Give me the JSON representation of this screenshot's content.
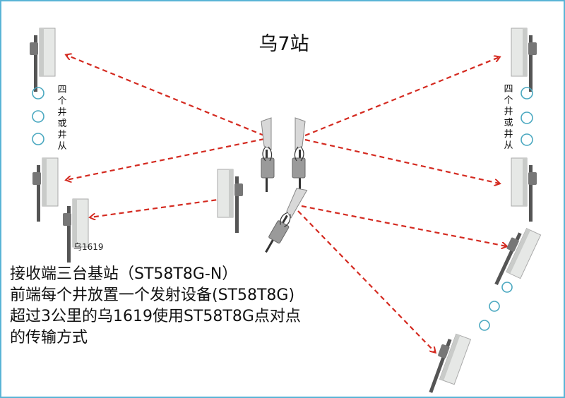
{
  "title": "乌7站",
  "left_label": "四个井或井从",
  "right_label": "四个井或井从",
  "station_label": "乌1619",
  "description": [
    "接收端三台基站（ST58T8G-N）",
    "前端每个井放置一个发射设备(ST58T8G)",
    "超过3公里的乌1619使用ST58T8G点对点",
    "的传输方式"
  ],
  "colors": {
    "link": "#d42a20",
    "well_circle": "#4aa8c0",
    "frame": "#5ab4d6"
  },
  "icons": [
    "panel-antenna-icon",
    "grid-antenna-icon",
    "well-circle-icon",
    "dashed-arrow-icon"
  ]
}
